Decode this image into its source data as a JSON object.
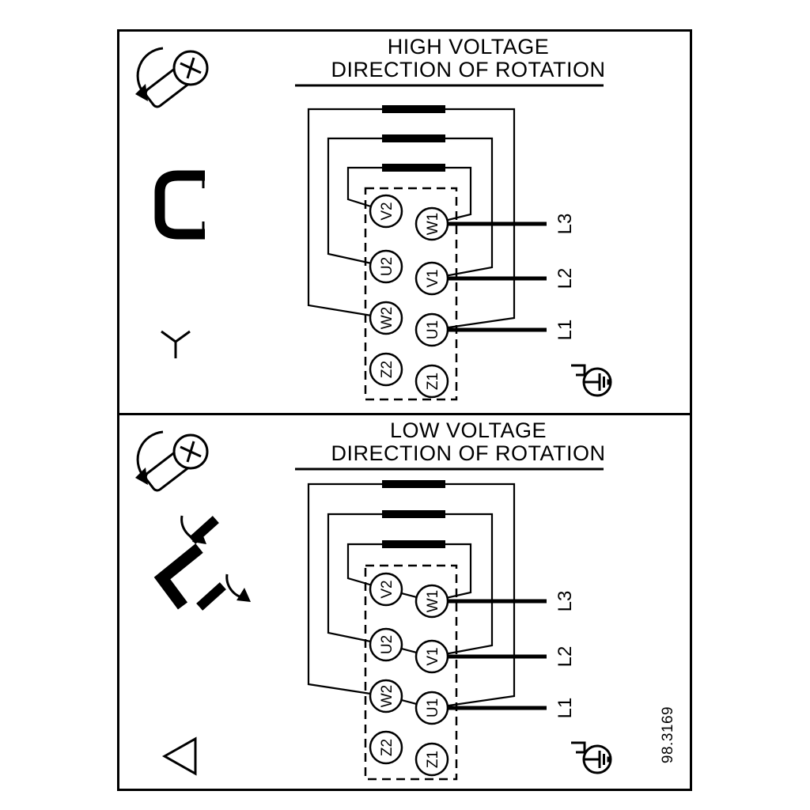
{
  "figure_ref": "98.3169",
  "panels": [
    {
      "id": "high-voltage",
      "title_line1": "HIGH VOLTAGE",
      "title_line2": "DIRECTION OF ROTATION",
      "connection": "star",
      "terminals": {
        "col_left": [
          "V2",
          "U2",
          "W2",
          "Z2"
        ],
        "col_right": [
          "W1",
          "V1",
          "U1",
          "Z1"
        ]
      },
      "supply_lines": [
        "L3",
        "L2",
        "L1"
      ]
    },
    {
      "id": "low-voltage",
      "title_line1": "LOW VOLTAGE",
      "title_line2": "DIRECTION OF ROTATION",
      "connection": "delta",
      "terminals": {
        "col_left": [
          "V2",
          "U2",
          "W2",
          "Z2"
        ],
        "col_right": [
          "W1",
          "V1",
          "U1",
          "Z1"
        ]
      },
      "supply_lines": [
        "L3",
        "L2",
        "L1"
      ]
    }
  ],
  "icons": {
    "screw": "screw-with-rotation-arrow",
    "ground": "ground-terminal-screw",
    "star": "star-connection-symbol",
    "delta": "delta-connection-symbol",
    "jumper_closed": "jumper-bracket",
    "jumper_open": "jumper-bars-repositioned"
  },
  "colors": {
    "ink": "#000000",
    "background": "#ffffff"
  }
}
